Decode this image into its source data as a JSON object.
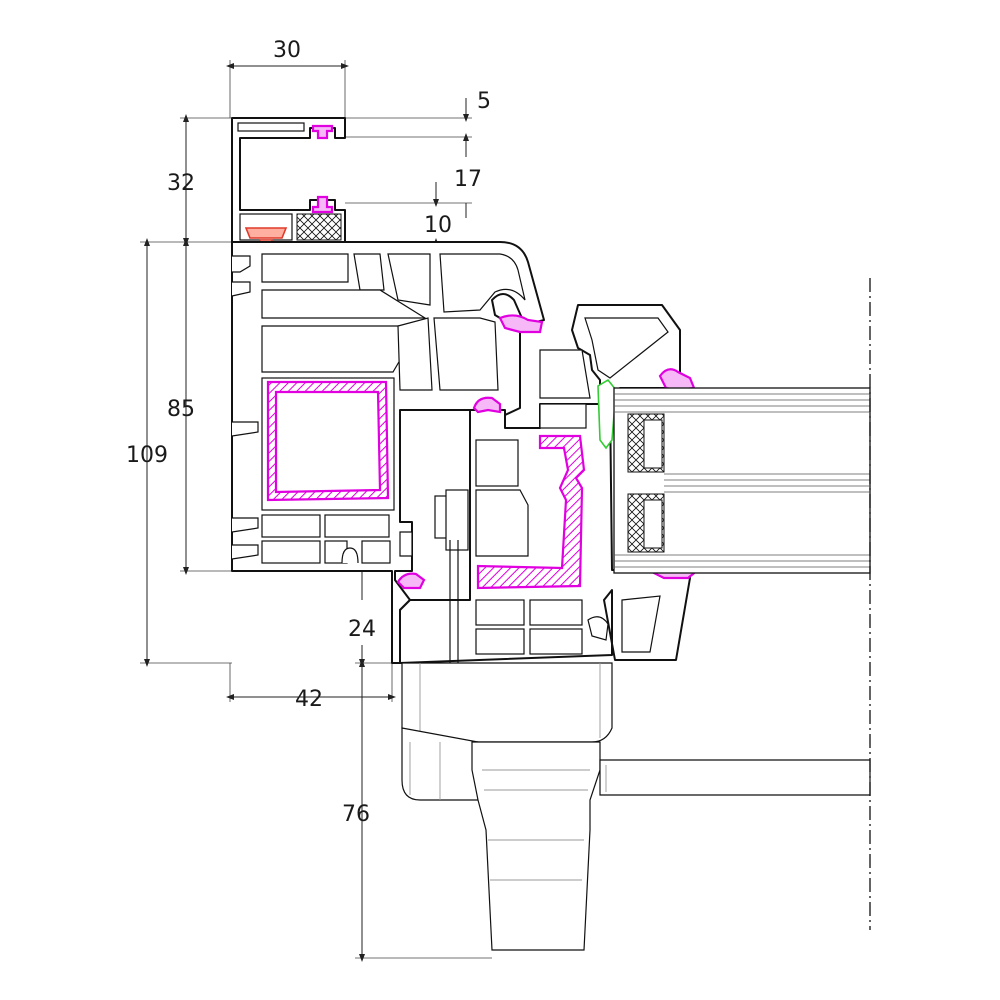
{
  "dimensions": {
    "d30": "30",
    "d5": "5",
    "d17": "17",
    "d10": "10",
    "d32": "32",
    "d85": "85",
    "d109": "109",
    "d24": "24",
    "d42": "42",
    "d76": "76"
  },
  "colors": {
    "gasket": "#e000e0",
    "screw": "#e03a2a",
    "glazing_bead_gasket": "#33cc33",
    "outline": "#111111"
  }
}
